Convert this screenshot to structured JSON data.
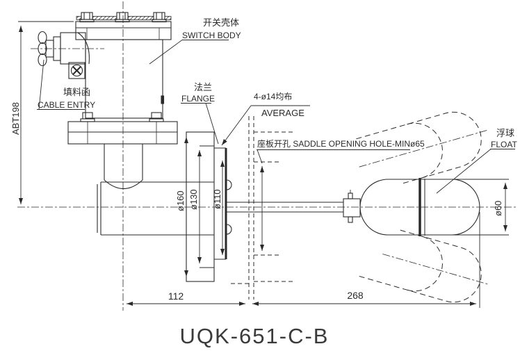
{
  "drawing_title": "UQK-651-C-B",
  "labels": {
    "switch_body_cn": "开关壳体",
    "switch_body_en": "SWITCH BODY",
    "cable_entry_cn": "填料函",
    "cable_entry_en": "CABLE ENTRY",
    "flange_cn": "法兰",
    "flange_en": "FLANGE",
    "bolt_holes": "4-ø14均布",
    "bolt_holes_en": "AVERAGE",
    "saddle_opening": "座板开孔 SADDLE OPENING HOLE-MINø65",
    "float_cn": "浮球",
    "float_en": "FLOAT"
  },
  "dimensions": {
    "overall_height": "ABT198",
    "flange_outer_dia": "ø160",
    "bolt_circle_dia": "ø130",
    "raised_face_dia": "ø110",
    "float_dia": "ø60",
    "flange_to_center": "112",
    "center_to_float_end": "268"
  },
  "line_color": "#2a2a2a",
  "background_color": "#ffffff"
}
